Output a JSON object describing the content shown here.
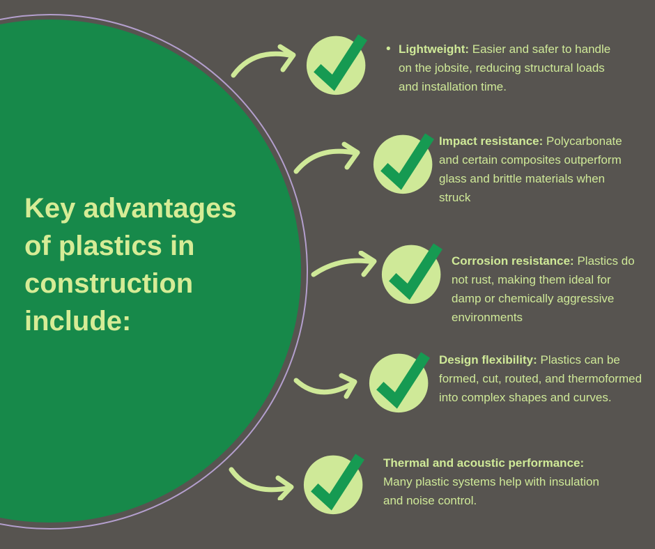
{
  "colors": {
    "background": "#575450",
    "big_circle_green": "#17894a",
    "ring_purple": "#b49fce",
    "light_green": "#cfe998",
    "title_green": "#d6ec96",
    "check_green": "#169a52"
  },
  "title": "Key advantages of plastics in construction include:",
  "bullet_char": "•",
  "items": [
    {
      "label": "Lightweight:",
      "text": "Easier and safer to handle on the jobsite, reducing structural loads and installation time."
    },
    {
      "label": "Impact resistance:",
      "text": "Polycarbonate and certain composites outperform glass and brittle materials when struck"
    },
    {
      "label": "Corrosion resistance:",
      "text": "Plastics do not rust, making them ideal for damp or chemically aggressive environments"
    },
    {
      "label": "Design flexibility:",
      "text": "Plastics can be formed, cut, routed, and thermoformed into complex shapes and curves."
    },
    {
      "label": "Thermal and acoustic performance:",
      "text": "Many plastic systems help with insulation and noise control."
    }
  ]
}
